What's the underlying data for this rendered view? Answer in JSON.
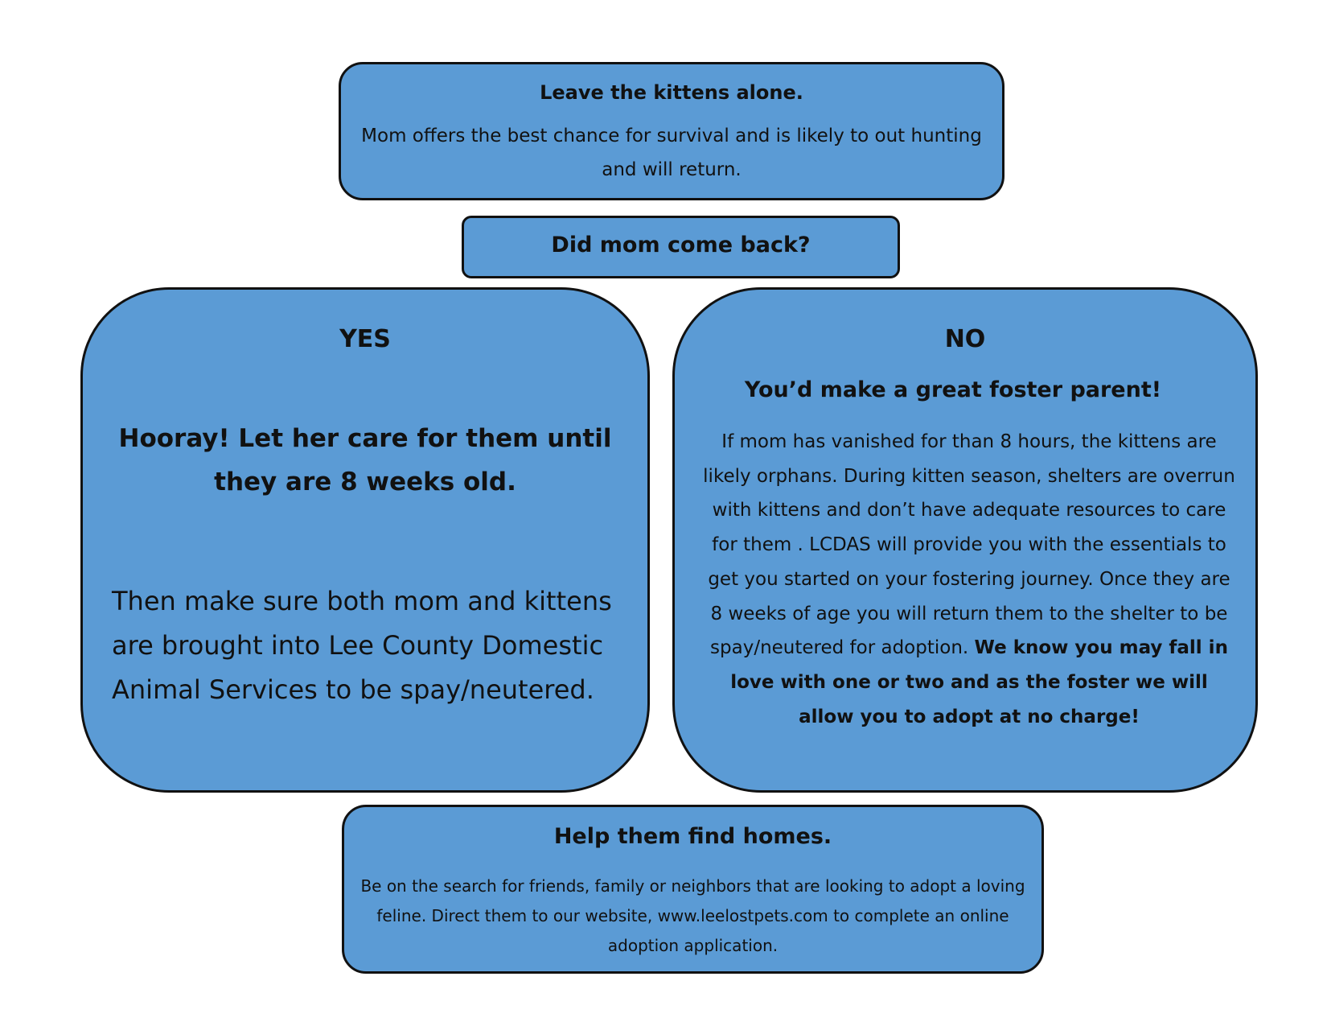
{
  "top_box": {
    "title": "Leave the kittens alone.",
    "body": "Mom offers the best chance for survival and is likely to out hunting and will return."
  },
  "question": "Did mom come back?",
  "yes_box": {
    "heading": "YES",
    "hooray": "Hooray! Let her care for them until they are 8 weeks old.",
    "then": "Then make sure both mom and kittens are brought into Lee County Domestic Animal Services to be spay/neutered."
  },
  "no_box": {
    "heading": "NO",
    "subheading": "You’d make a great foster parent!",
    "body": "If mom has vanished for than 8 hours, the kittens are likely orphans. During kitten season, shelters are overrun with kittens and don’t have adequate resources to care for them . LCDAS will provide you with the essentials to get you started on your fostering journey. Once they are 8 weeks of age you will return them to the shelter to be spay/neutered for adoption.",
    "body_bold_1": "We know you may fall in love with one or two and as the foster we will",
    "body_bold_2": "allow you to adopt at no charge!"
  },
  "bottom_box": {
    "title": "Help them find homes.",
    "body": "Be on the search for friends, family or neighbors that are looking to adopt a loving feline.  Direct them to our website, www.leelostpets.com to complete an online adoption application."
  },
  "colors": {
    "box_fill": "#5b9bd5",
    "border": "#111111"
  }
}
